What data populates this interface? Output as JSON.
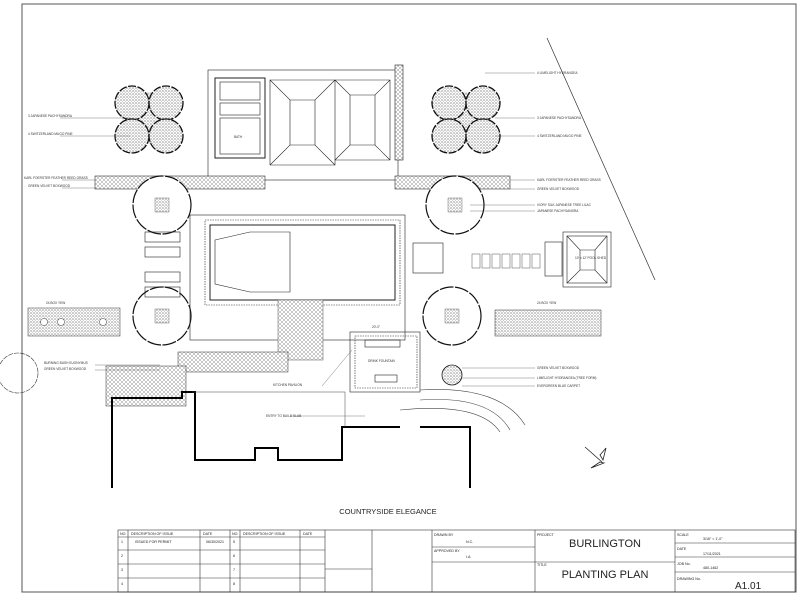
{
  "drawing": {
    "caption": "COUNTRYSIDE ELEGANCE",
    "labels": {
      "l1": "3 JAPANESE PACHYSANDRA",
      "l2": "4 SWITZERLAND MUGO PINE",
      "l3": "KARL FOERSTER FEATHER REED GRASS",
      "l4": "GREEN VELVET BOXWOOD",
      "r1": "4 LIMELIGHT HYDRANGEA",
      "r2": "3 JAPANESE PACHYSANDRA",
      "r3": "4 SWITZERLAND MUGO PINE",
      "r4": "KARL FOERSTER FEATHER REED GRASS",
      "r5": "GREEN VELVET BOXWOOD",
      "r6": "IVORY SILK JAPANESE TREE LILAC",
      "r7": "JAPANESE PACHYSANDRA",
      "shed": "10' x 12' POOL SHED",
      "yew1": "24 BOX YEW",
      "yew2": "24 BOX YEW",
      "b1": "BURNING BUSH EUONYMUS",
      "b2": "GREEN VELVET BOXWOOD",
      "c1": "GREEN VELVET BOXWOOD",
      "c2": "LIMELIGHT HYDRANGEA (TREE FORM)",
      "c3": "EVERGREEN BLUE CARPET",
      "k1": "KITCHEN PAVILION",
      "k2": "ENTRY TO BUILD SLAB",
      "cab": "DRINK FOUNTAIN",
      "bath": "BATH",
      "dim1": "20'-0\""
    }
  },
  "title_block": {
    "rev_headers": {
      "no": "NO.",
      "desc": "DESCRIPTION OF ISSUE",
      "date": "DATE"
    },
    "revisions_left": [
      {
        "no": "1",
        "desc": "ISSUED FOR PERMIT",
        "date": "06/30/2021"
      },
      {
        "no": "2",
        "desc": "",
        "date": ""
      },
      {
        "no": "3",
        "desc": "",
        "date": ""
      },
      {
        "no": "4",
        "desc": "",
        "date": ""
      }
    ],
    "revisions_right": [
      {
        "no": "5",
        "desc": "",
        "date": ""
      },
      {
        "no": "6",
        "desc": "",
        "date": ""
      },
      {
        "no": "7",
        "desc": "",
        "date": ""
      },
      {
        "no": "8",
        "desc": "",
        "date": ""
      }
    ],
    "drawn_by_label": "DRAWN BY",
    "drawn_by": "N.C.",
    "approved_by_label": "APPROVED BY",
    "approved_by": "I.A.",
    "project_label": "PROJECT",
    "project": "BURLINGTON",
    "title_label": "TITLE",
    "title": "PLANTING PLAN",
    "scale_label": "SCALE",
    "scale": "3/16\" = 1'-0\"",
    "date_label": "DATE",
    "date": "17/11/2021",
    "job_label": "JOB No.",
    "job": "480-1462",
    "drawing_no_label": "DRAWING No.",
    "drawing_no": "A1.01"
  }
}
